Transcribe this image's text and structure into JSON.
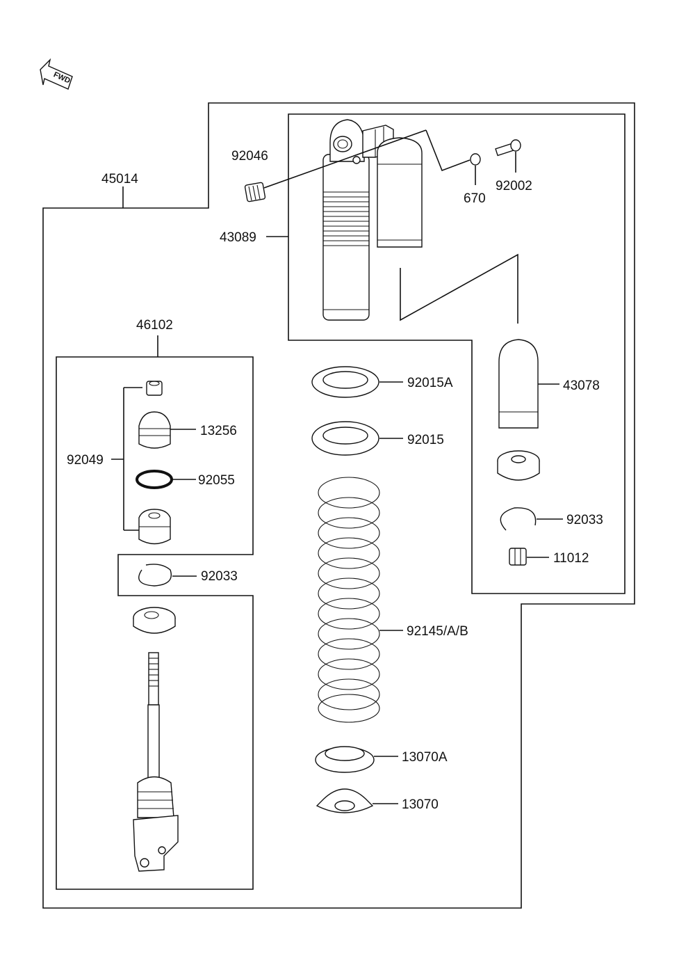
{
  "fwd_label": "FWD",
  "labels": {
    "l45014": "45014",
    "l92046": "92046",
    "l43089": "43089",
    "l670": "670",
    "l92002": "92002",
    "l46102": "46102",
    "l92015A": "92015A",
    "l43078": "43078",
    "l13256": "13256",
    "l92049": "92049",
    "l92015": "92015",
    "l92055": "92055",
    "l92033_right": "92033",
    "l11012": "11012",
    "l92033_left": "92033",
    "l92145": "92145/A/B",
    "l13070A": "13070A",
    "l13070": "13070"
  }
}
